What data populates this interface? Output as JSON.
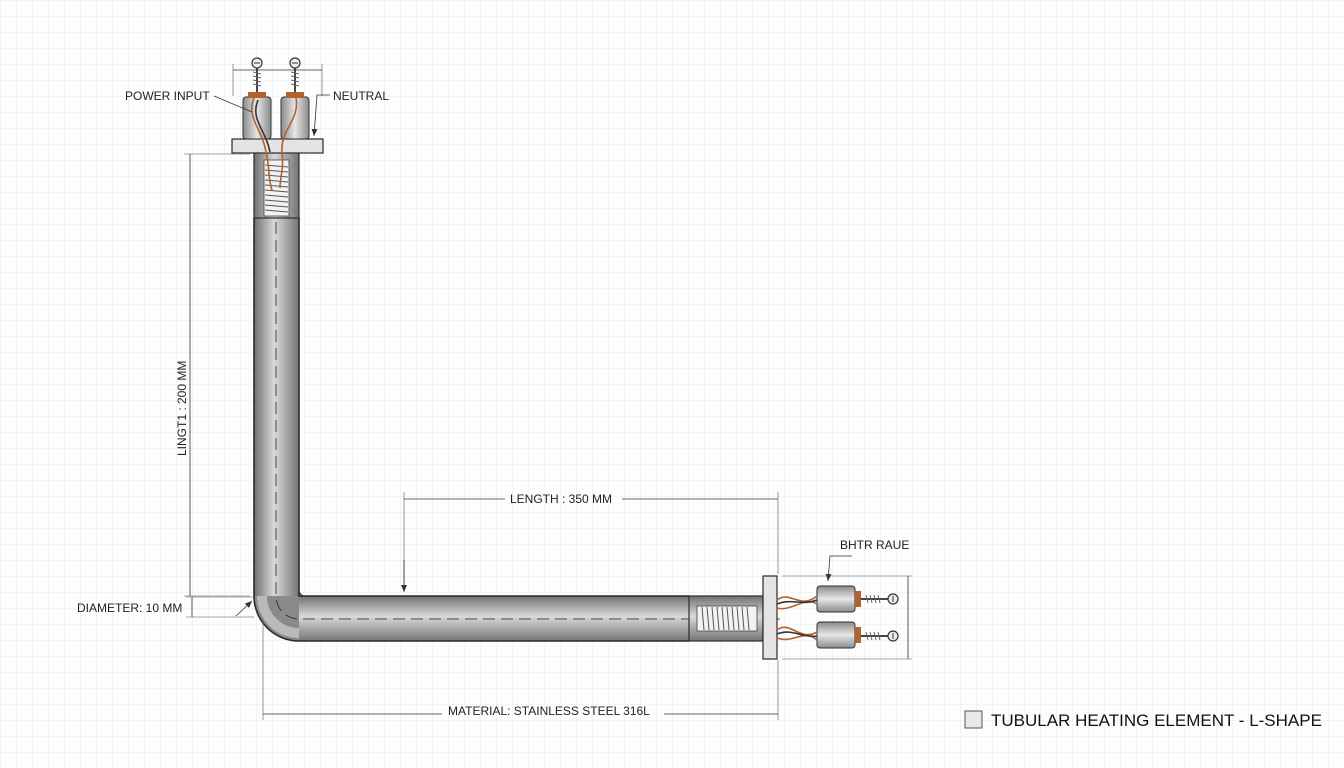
{
  "labels": {
    "power_input": "POWER INPUT",
    "neutral": "NEUTRAL",
    "vertical_length": "LINGT1 : 200  MM",
    "horizontal_length": "LENGTH : 350 MM",
    "diameter": "DIAMETER: 10 MM",
    "material": "MATERIAL: STAINLESS STEEL 316L",
    "bracket": "BHTR RAUE",
    "title": "TUBULAR HEATING ELEMENT - L-SHAPE"
  },
  "colors": {
    "grid": "#dfe6ec",
    "tube_dark": "#7b7b7b",
    "tube_light": "#d6d6d6",
    "copper": "#b0622f",
    "steel": "#9a9a9a"
  }
}
